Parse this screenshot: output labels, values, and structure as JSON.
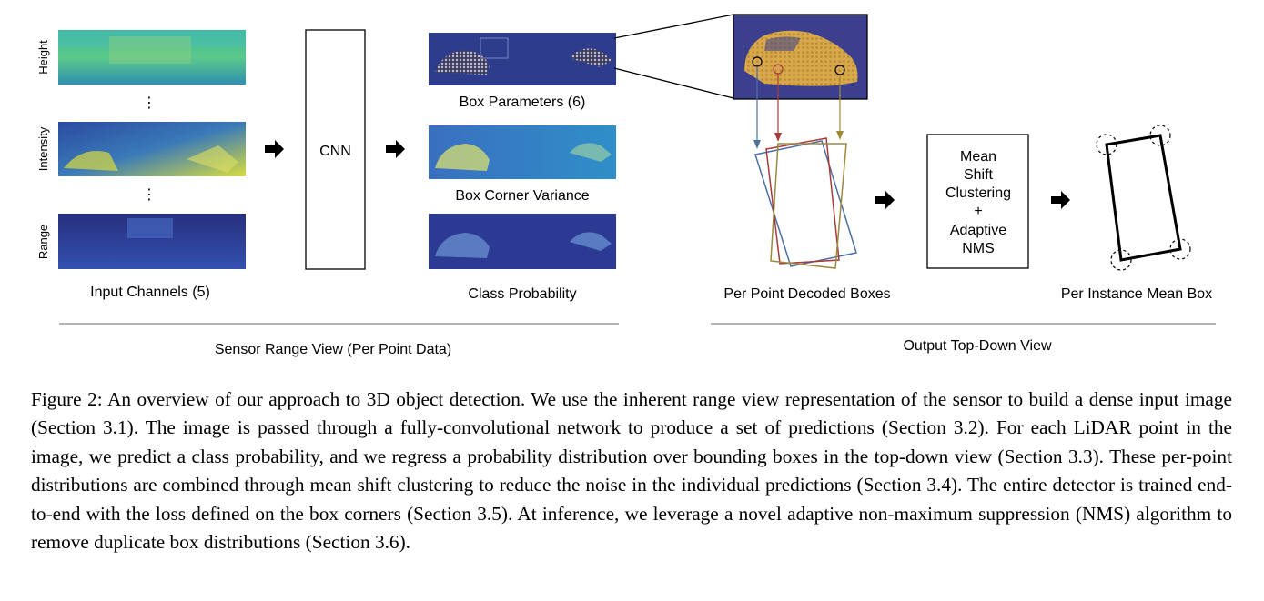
{
  "figure": {
    "input_channels": {
      "names": [
        "Height",
        "Intensity",
        "Range"
      ],
      "ellipsis": "⋮",
      "label": "Input Channels (5)"
    },
    "network": {
      "label": "CNN"
    },
    "outputs": {
      "box_parameters": "Box Parameters (6)",
      "box_corner_variance": "Box Corner Variance",
      "class_probability": "Class Probability"
    },
    "decoded_boxes_label": "Per Point Decoded Boxes",
    "clustering": {
      "lines": [
        "Mean",
        "Shift",
        "Clustering",
        "+",
        "Adaptive",
        "NMS"
      ]
    },
    "mean_box_label": "Per Instance Mean Box",
    "sections": {
      "left": "Sensor Range View (Per Point Data)",
      "right": "Output Top-Down View"
    },
    "colors": {
      "point_blue": "#4a6fa5",
      "point_red": "#a83a3a",
      "point_olive": "#9a8a3a",
      "channel_blue": "#2a3f8f",
      "channel_green": "#4cb08a",
      "channel_yellow": "#e8e23a",
      "car_orange": "#d9a84a",
      "background_navy": "#3b3f8e"
    }
  },
  "caption": "Figure 2: An overview of our approach to 3D object detection. We use the inherent range view representation of the sensor to build a dense input image (Section 3.1). The image is passed through a fully-convolutional network to produce a set of predictions (Section 3.2). For each LiDAR point in the image, we predict a class probability, and we regress a probability distribution over bounding boxes in the top-down view (Section 3.3). These per-point distributions are combined through mean shift clustering to reduce the noise in the individual predictions (Section 3.4). The entire detector is trained end-to-end with the loss defined on the box corners (Section 3.5). At inference, we leverage a novel adaptive non-maximum suppression (NMS) algorithm to remove duplicate box distributions (Section 3.6)."
}
